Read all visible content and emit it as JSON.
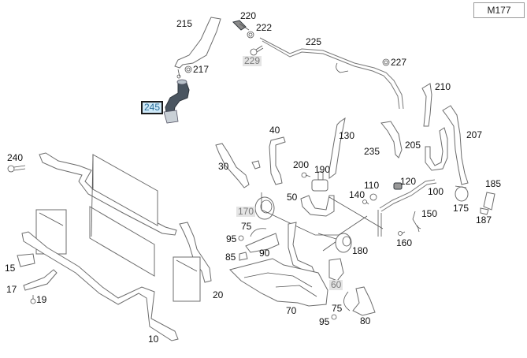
{
  "engine_code": "M177",
  "selected_part": "245",
  "colors": {
    "background": "#ffffff",
    "line_art": "#6c6c6c",
    "selected_highlight": "#cfe9f8",
    "selected_text": "#2b6f9a",
    "unavailable_highlight": "#e4e4e4",
    "unavailable_text": "#7a7a7a"
  },
  "callouts": [
    {
      "id": "215",
      "label": "215",
      "state": "normal"
    },
    {
      "id": "220",
      "label": "220",
      "state": "normal"
    },
    {
      "id": "222",
      "label": "222",
      "state": "normal"
    },
    {
      "id": "229",
      "label": "229",
      "state": "unavailable"
    },
    {
      "id": "225",
      "label": "225",
      "state": "normal"
    },
    {
      "id": "227",
      "label": "227",
      "state": "normal"
    },
    {
      "id": "217",
      "label": "217",
      "state": "normal"
    },
    {
      "id": "245",
      "label": "245",
      "state": "selected"
    },
    {
      "id": "210",
      "label": "210",
      "state": "normal"
    },
    {
      "id": "207",
      "label": "207",
      "state": "normal"
    },
    {
      "id": "205",
      "label": "205",
      "state": "normal"
    },
    {
      "id": "235",
      "label": "235",
      "state": "normal"
    },
    {
      "id": "130",
      "label": "130",
      "state": "normal"
    },
    {
      "id": "40",
      "label": "40",
      "state": "normal"
    },
    {
      "id": "30",
      "label": "30",
      "state": "normal"
    },
    {
      "id": "200",
      "label": "200",
      "state": "normal"
    },
    {
      "id": "190",
      "label": "190",
      "state": "normal"
    },
    {
      "id": "110",
      "label": "110",
      "state": "normal"
    },
    {
      "id": "120",
      "label": "120",
      "state": "normal"
    },
    {
      "id": "100",
      "label": "100",
      "state": "normal"
    },
    {
      "id": "140",
      "label": "140",
      "state": "normal"
    },
    {
      "id": "50",
      "label": "50",
      "state": "normal"
    },
    {
      "id": "170",
      "label": "170",
      "state": "unavailable"
    },
    {
      "id": "185",
      "label": "185",
      "state": "normal"
    },
    {
      "id": "175",
      "label": "175",
      "state": "normal"
    },
    {
      "id": "187",
      "label": "187",
      "state": "normal"
    },
    {
      "id": "150",
      "label": "150",
      "state": "normal"
    },
    {
      "id": "160",
      "label": "160",
      "state": "normal"
    },
    {
      "id": "240",
      "label": "240",
      "state": "normal"
    },
    {
      "id": "75a",
      "label": "75",
      "state": "normal"
    },
    {
      "id": "95a",
      "label": "95",
      "state": "normal"
    },
    {
      "id": "90",
      "label": "90",
      "state": "normal"
    },
    {
      "id": "85",
      "label": "85",
      "state": "normal"
    },
    {
      "id": "180",
      "label": "180",
      "state": "normal"
    },
    {
      "id": "60",
      "label": "60",
      "state": "unavailable"
    },
    {
      "id": "70",
      "label": "70",
      "state": "normal"
    },
    {
      "id": "75b",
      "label": "75",
      "state": "normal"
    },
    {
      "id": "95b",
      "label": "95",
      "state": "normal"
    },
    {
      "id": "80",
      "label": "80",
      "state": "normal"
    },
    {
      "id": "15",
      "label": "15",
      "state": "normal"
    },
    {
      "id": "17",
      "label": "17",
      "state": "normal"
    },
    {
      "id": "19",
      "label": "19",
      "state": "normal"
    },
    {
      "id": "20",
      "label": "20",
      "state": "normal"
    },
    {
      "id": "10",
      "label": "10",
      "state": "normal"
    }
  ]
}
